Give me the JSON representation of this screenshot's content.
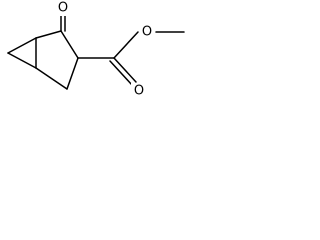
{
  "molecule": {
    "atom_labels": {
      "ketone_oxygen": "O",
      "carbonyl_oxygen": "O",
      "ester_oxygen": "O"
    },
    "colors": {
      "bond": "#000000",
      "label": "#000000",
      "background": "#ffffff"
    }
  }
}
